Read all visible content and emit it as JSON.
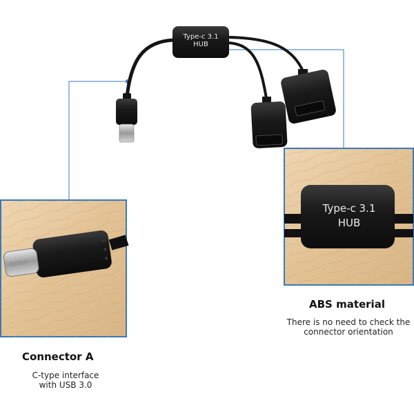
{
  "product": {
    "hub_label_line1": "Type-c 3.1",
    "hub_label_line2": "HUB",
    "connector_pins": "ЛЛЛЛ"
  },
  "left_feature": {
    "title": "Connector A",
    "line1": "C-type interface",
    "line2": "with USB 3.0"
  },
  "right_feature": {
    "title": "ABS material",
    "line1": "There is no need to check the",
    "line2": "connector orientation"
  },
  "colors": {
    "frame": "#3a78b8",
    "wood": "#e6c9a1",
    "plastic": "#1c1c1c"
  }
}
